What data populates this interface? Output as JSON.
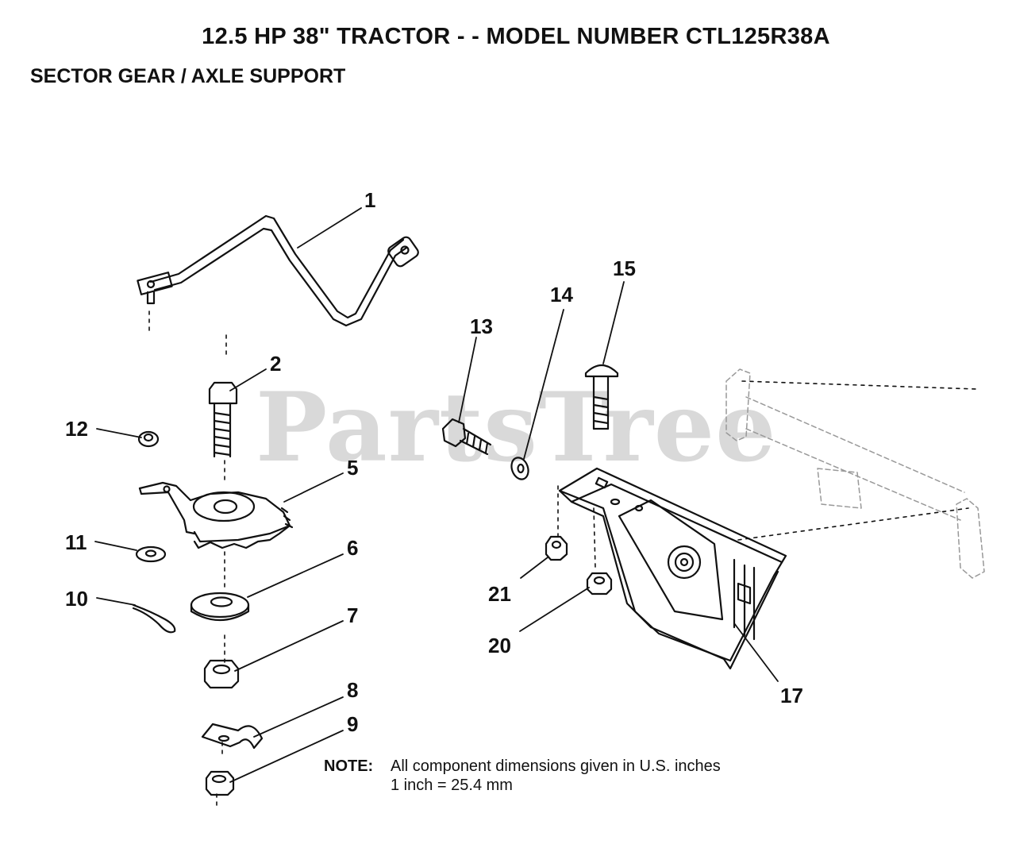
{
  "title": "12.5 HP 38\" TRACTOR - - MODEL NUMBER CTL125R38A",
  "subtitle": "SECTOR GEAR / AXLE SUPPORT",
  "watermark": "PartsTree",
  "callouts": {
    "c1": "1",
    "c2": "2",
    "c5": "5",
    "c6": "6",
    "c7": "7",
    "c8": "8",
    "c9": "9",
    "c10": "10",
    "c11": "11",
    "c12": "12",
    "c13": "13",
    "c14": "14",
    "c15": "15",
    "c17": "17",
    "c20": "20",
    "c21": "21"
  },
  "note": {
    "label": "NOTE:",
    "line1": "All component dimensions given in U.S. inches",
    "line2": "1 inch = 25.4 mm"
  }
}
